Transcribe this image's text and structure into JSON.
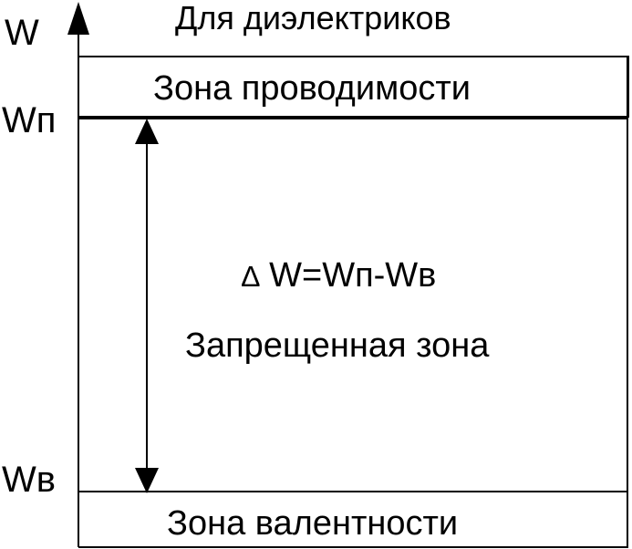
{
  "title": "Для диэлектриков",
  "axis": {
    "label": "W",
    "levels": {
      "conduction_edge": "Wп",
      "valence_edge": "Wв"
    }
  },
  "zones": {
    "conduction": "Зона проводимости",
    "forbidden": "Запрещенная зона",
    "valence": "Зона валентности"
  },
  "gap_formula": "W=Wп-Wв",
  "gap_symbol": "∆",
  "colors": {
    "line": "#000000",
    "background": "#ffffff"
  }
}
